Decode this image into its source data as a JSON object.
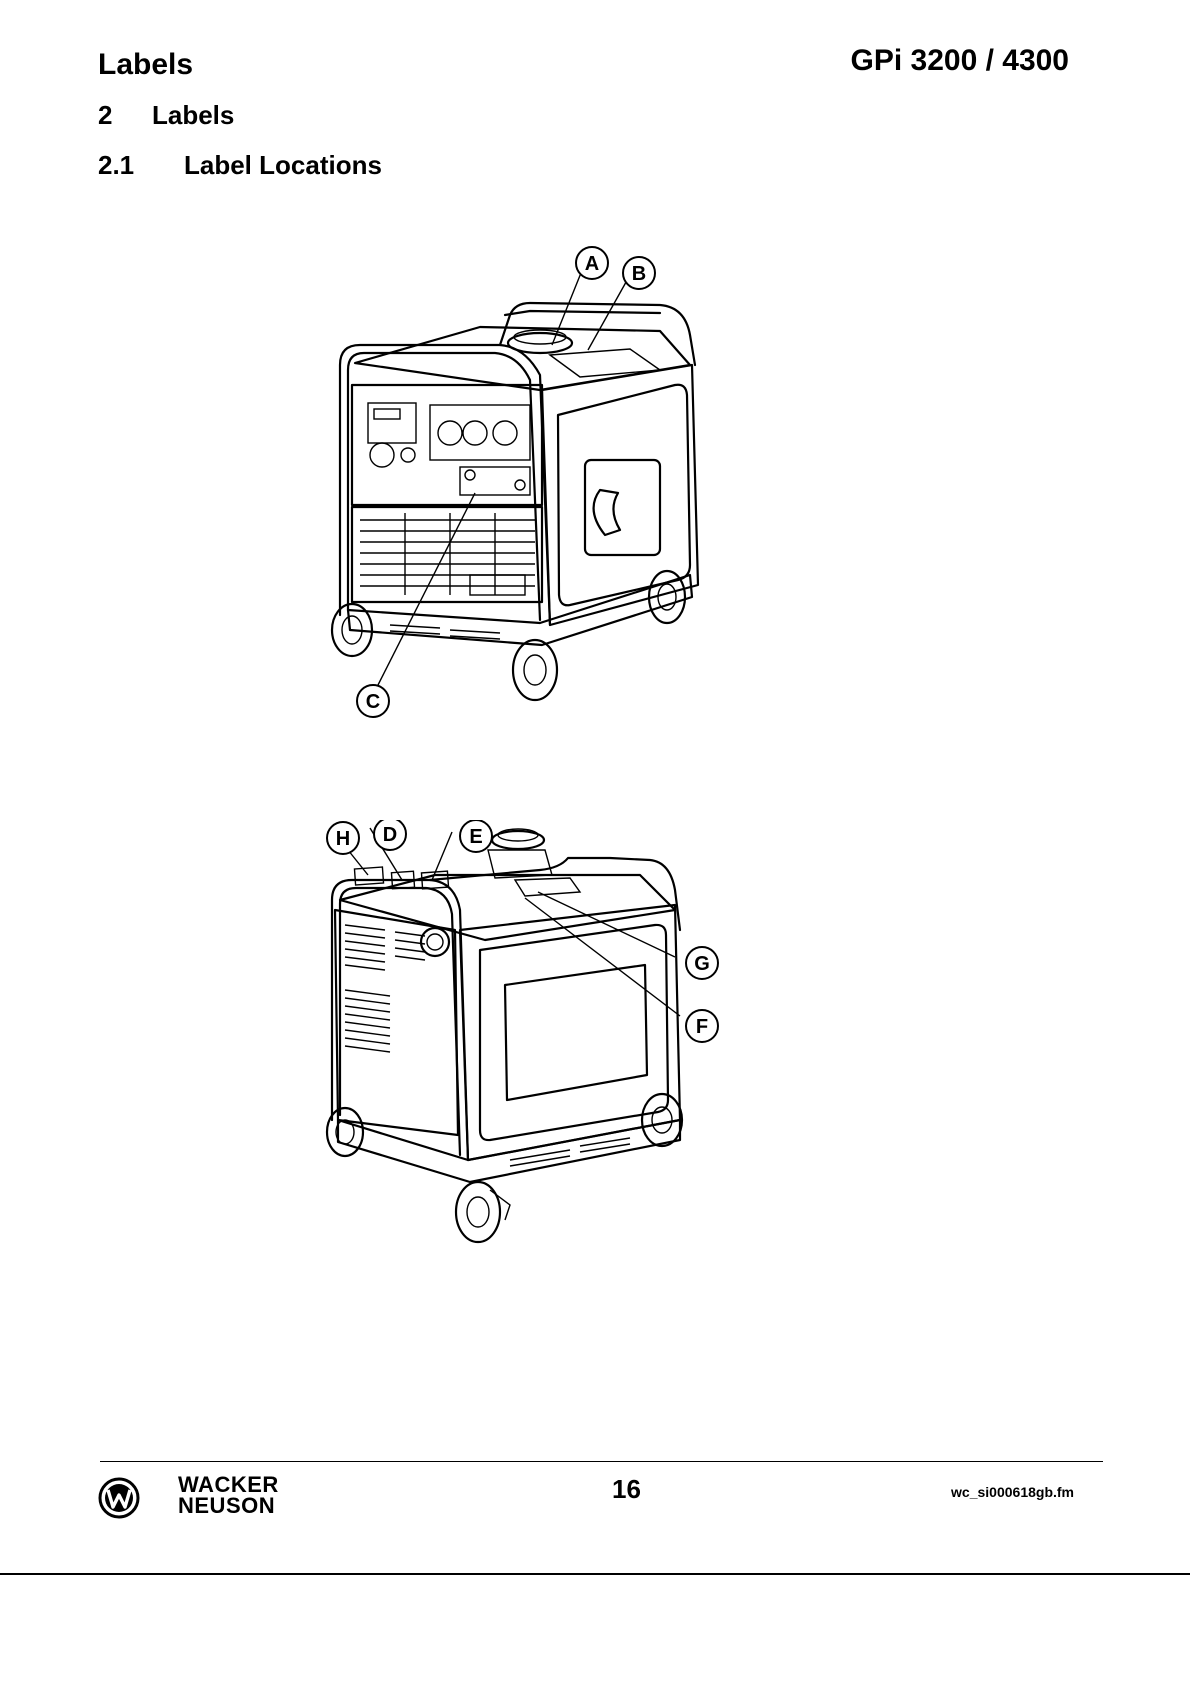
{
  "header": {
    "section_title": "Labels",
    "model": "GPi 3200 / 4300"
  },
  "headings": {
    "h1": {
      "number": "2",
      "title": "Labels"
    },
    "h2": {
      "number": "2.1",
      "title": "Label Locations"
    }
  },
  "figures": {
    "front_view": {
      "callouts": [
        "A",
        "B",
        "C"
      ]
    },
    "rear_view": {
      "callouts": [
        "H",
        "D",
        "E",
        "G",
        "F"
      ]
    }
  },
  "footer": {
    "brand_line1": "WACKER",
    "brand_line2": "NEUSON",
    "page_number": "16",
    "filename": "wc_si000618gb.fm"
  }
}
